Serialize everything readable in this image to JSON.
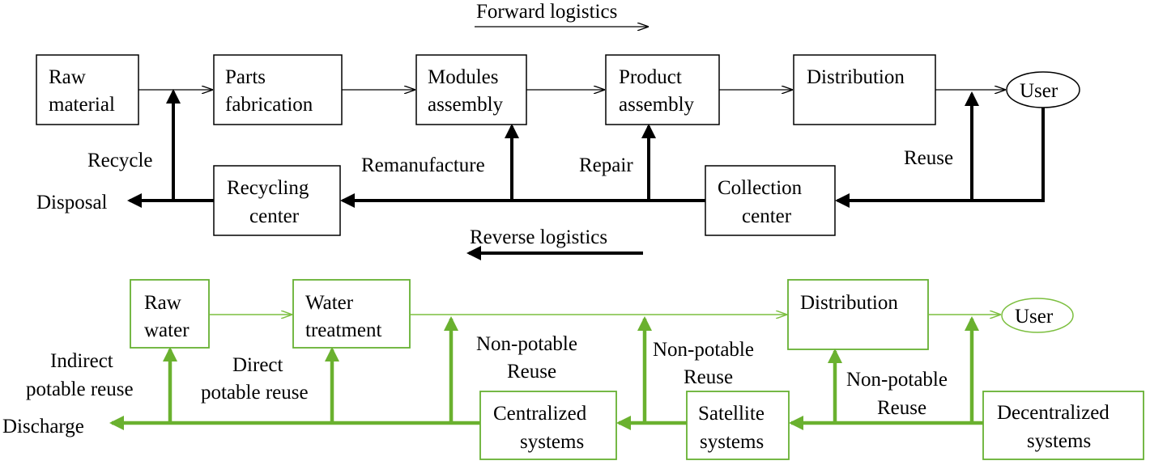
{
  "colors": {
    "black": "#000000",
    "green": "#6ab12f"
  },
  "top": {
    "forward_label": "Forward logistics",
    "reverse_label": "Reverse logistics",
    "boxes": {
      "raw_material": [
        "Raw",
        "material"
      ],
      "parts_fabrication": [
        "Parts",
        "fabrication"
      ],
      "modules_assembly": [
        "Modules",
        "assembly"
      ],
      "product_assembly": [
        "Product",
        "assembly"
      ],
      "distribution": [
        "Distribution"
      ],
      "user": "User",
      "recycling_center": [
        "Recycling",
        "center"
      ],
      "collection_center": [
        "Collection",
        "center"
      ]
    },
    "labels": {
      "recycle": "Recycle",
      "disposal": "Disposal",
      "remanufacture": "Remanufacture",
      "repair": "Repair",
      "reuse": "Reuse"
    }
  },
  "bottom": {
    "boxes": {
      "raw_water": [
        "Raw",
        "water"
      ],
      "water_treatment": [
        "Water",
        "treatment"
      ],
      "distribution": [
        "Distribution"
      ],
      "user": "User",
      "centralized": [
        "Centralized",
        "systems"
      ],
      "satellite": [
        "Satellite",
        "systems"
      ],
      "decentralized": [
        "Decentralized",
        "systems"
      ]
    },
    "labels": {
      "indirect": [
        "Indirect",
        "potable reuse"
      ],
      "direct": [
        "Direct",
        "potable reuse"
      ],
      "discharge": "Discharge",
      "np1": [
        "Non-potable",
        "Reuse"
      ],
      "np2": [
        "Non-potable",
        "Reuse"
      ],
      "np3": [
        "Non-potable",
        "Reuse"
      ]
    }
  }
}
